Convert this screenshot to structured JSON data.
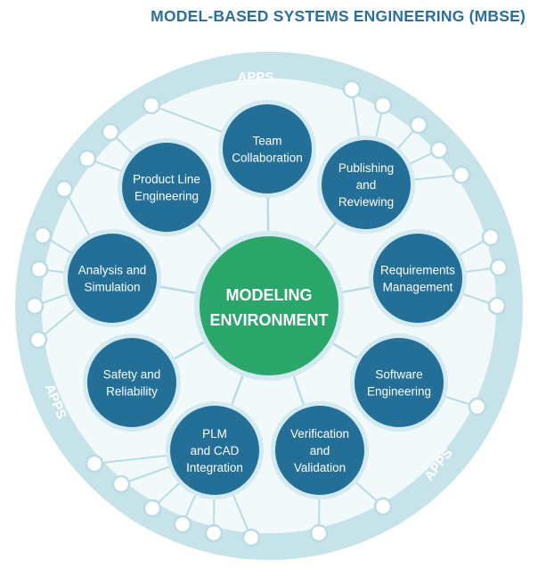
{
  "title": "MODEL-BASED SYSTEMS ENGINEERING (MBSE)",
  "ring_label": "APPS",
  "center": {
    "lines": [
      "MODELING",
      "ENVIRONMENT"
    ]
  },
  "nodes": [
    {
      "id": "team-collaboration",
      "lines": [
        "Team",
        "Collaboration"
      ]
    },
    {
      "id": "publishing-reviewing",
      "lines": [
        "Publishing",
        "and",
        "Reviewing"
      ]
    },
    {
      "id": "requirements-management",
      "lines": [
        "Requirements",
        "Management"
      ]
    },
    {
      "id": "software-engineering",
      "lines": [
        "Software",
        "Engineering"
      ]
    },
    {
      "id": "verification-validation",
      "lines": [
        "Verification",
        "and",
        "Validation"
      ]
    },
    {
      "id": "plm-cad-integration",
      "lines": [
        "PLM",
        "and CAD",
        "Integration"
      ]
    },
    {
      "id": "safety-reliability",
      "lines": [
        "Safety and",
        "Reliability"
      ]
    },
    {
      "id": "analysis-simulation",
      "lines": [
        "Analysis and",
        "Simulation"
      ]
    },
    {
      "id": "product-line-engineering",
      "lines": [
        "Product Line",
        "Engineering"
      ]
    }
  ],
  "colors": {
    "title": "#2b6f9a",
    "ring": "#c7e3ea",
    "ring_inner": "#f2f9fb",
    "node_fill": "#236f97",
    "node_ring": "#d3eaf0",
    "center_fill": "#2aa66b",
    "center_ring": "#d3eaf0",
    "connector": "#b8dbe4"
  }
}
